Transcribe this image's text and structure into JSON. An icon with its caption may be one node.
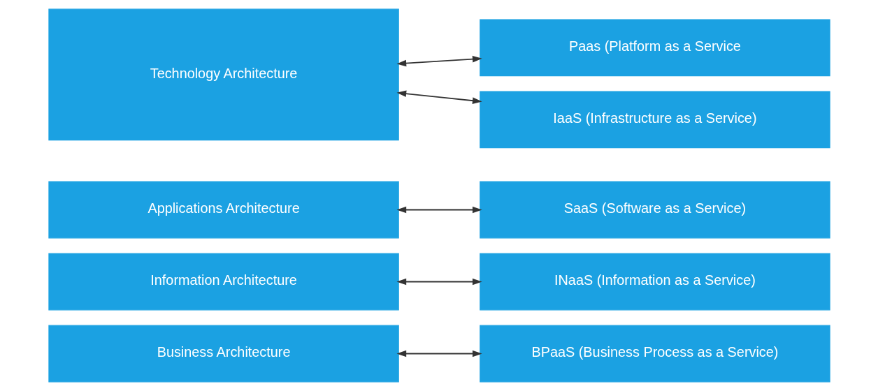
{
  "diagram": {
    "nodes": [
      {
        "text": [
          "Business Architecture"
        ]
      },
      {
        "text": [
          "BPaaS (Business Process as a Service)"
        ]
      },
      {
        "text": [
          "Information Architecture"
        ]
      },
      {
        "text": [
          "INaaS (Information as a Service)"
        ]
      },
      {
        "text": [
          "Applications Architecture"
        ]
      },
      {
        "text": [
          "SaaS (Software as a Service)"
        ]
      },
      {
        "text": [
          "Technology Architecture"
        ]
      },
      {
        "text": [
          "Paas (Platform as a Service"
        ]
      },
      {
        "text": [
          "IaaS (Infrastructure as a Service)"
        ]
      }
    ],
    "edges": [
      {
        "from": 0,
        "to": 1,
        "arrow": "both"
      },
      {
        "from": 2,
        "to": 3,
        "arrow": "both"
      },
      {
        "from": 4,
        "to": 5,
        "arrow": "both"
      },
      {
        "from": 6,
        "to": 7,
        "arrow": "both"
      },
      {
        "from": 6,
        "to": 8,
        "arrow": "both"
      }
    ]
  }
}
